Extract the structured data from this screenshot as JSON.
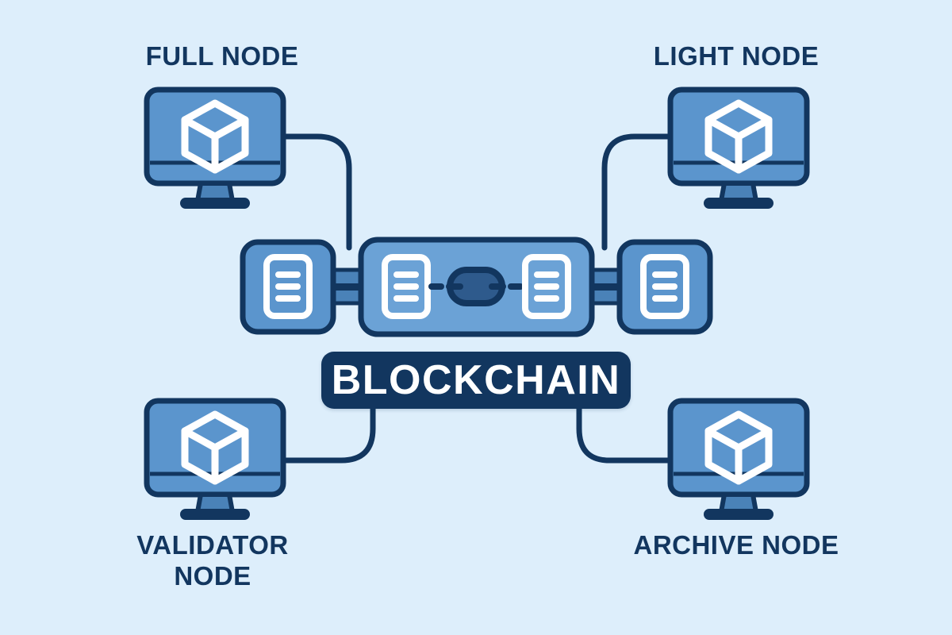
{
  "diagram": {
    "title": "BLOCKCHAIN",
    "background_color": "#ddeefb",
    "stroke_color": "#12365f",
    "screen_color": "#5b95cd",
    "block_color": "#5b95cd",
    "center_block_color": "#6ba2d6",
    "connector_color": "#4a82b8",
    "icon_color": "#ffffff",
    "badge_color": "#12365f",
    "badge_text_color": "#ffffff"
  },
  "nodes": [
    {
      "id": "full-node",
      "label": "FULL NODE",
      "position": "top-left",
      "icon": "cube-icon",
      "device": "monitor"
    },
    {
      "id": "light-node",
      "label": "LIGHT NODE",
      "position": "top-right",
      "icon": "cube-icon",
      "device": "monitor"
    },
    {
      "id": "validator-node",
      "label": "VALIDATOR\nNODE",
      "position": "bottom-left",
      "icon": "cube-icon",
      "device": "monitor"
    },
    {
      "id": "archive-node",
      "label": "ARCHIVE NODE",
      "position": "bottom-right",
      "icon": "cube-icon",
      "device": "monitor"
    }
  ],
  "chain": {
    "blocks": [
      {
        "id": "block-1",
        "icon": "document-icon",
        "lines": 3,
        "variant": "side"
      },
      {
        "id": "block-2",
        "icon": "document-icon",
        "lines": 3,
        "variant": "center"
      },
      {
        "id": "block-3",
        "icon": "document-icon",
        "lines": 3,
        "variant": "center"
      },
      {
        "id": "block-4",
        "icon": "document-icon",
        "lines": 3,
        "variant": "side"
      }
    ],
    "link_icon": "chain-link-icon",
    "connector_count": 3
  },
  "connections": [
    {
      "from": "full-node",
      "to": "chain",
      "style": "curved-cable"
    },
    {
      "from": "light-node",
      "to": "chain",
      "style": "curved-cable"
    },
    {
      "from": "validator-node",
      "to": "blockchain-badge",
      "style": "curved-cable"
    },
    {
      "from": "archive-node",
      "to": "blockchain-badge",
      "style": "curved-cable"
    }
  ]
}
